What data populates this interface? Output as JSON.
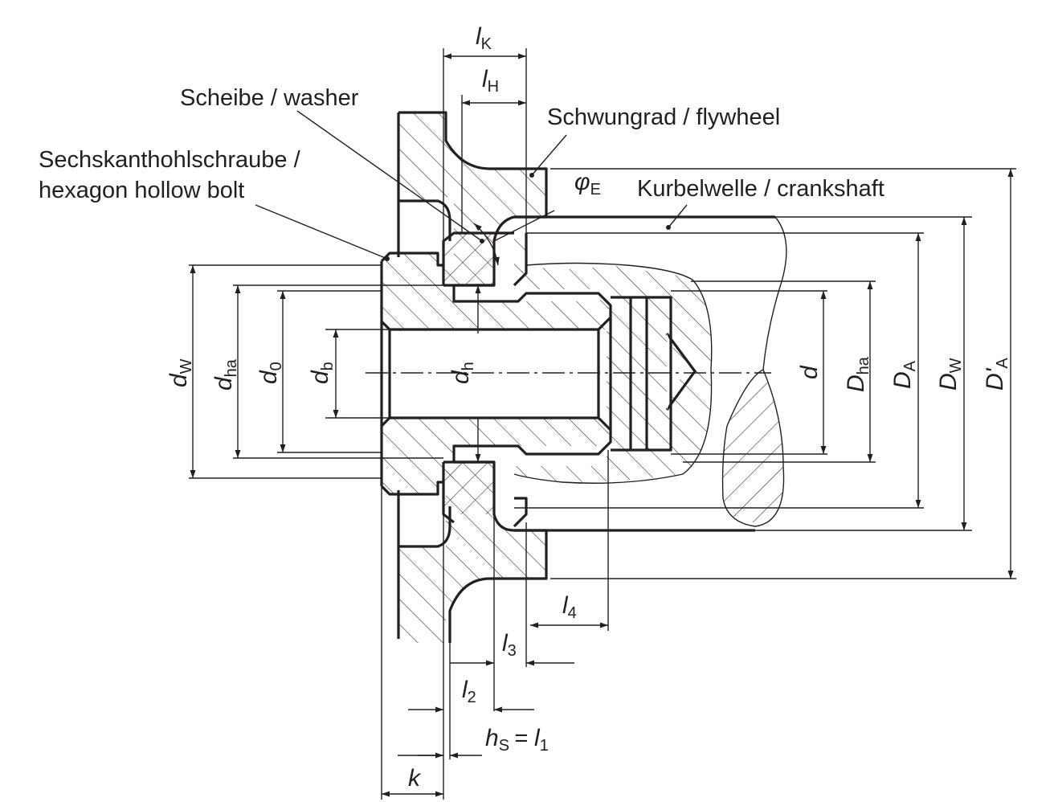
{
  "labels": {
    "washer": "Scheibe / washer",
    "flywheel": "Schwungrad / flywheel",
    "bolt_line1": "Sechskanthohlschraube /",
    "bolt_line2": "hexagon hollow bolt",
    "crankshaft": "Kurbelwelle / crankshaft"
  },
  "symbols": {
    "lK": {
      "main": "l",
      "sub": "K"
    },
    "lH": {
      "main": "l",
      "sub": "H"
    },
    "phiE": {
      "main": "φ",
      "sub": "E"
    },
    "dW": {
      "main": "d",
      "sub": "W"
    },
    "dha": {
      "main": "d",
      "sub": "ha"
    },
    "d0": {
      "main": "d",
      "sub": "0"
    },
    "db": {
      "main": "d",
      "sub": "b"
    },
    "dh": {
      "main": "d",
      "sub": "h"
    },
    "d": {
      "main": "d",
      "sub": ""
    },
    "Dha": {
      "main": "D",
      "sub": "ha"
    },
    "DA": {
      "main": "D",
      "sub": "A"
    },
    "DW": {
      "main": "D",
      "sub": "W"
    },
    "DA2": {
      "main": "D'",
      "sub": "A"
    },
    "l4": {
      "main": "l",
      "sub": "4"
    },
    "l3": {
      "main": "l",
      "sub": "3"
    },
    "l2": {
      "main": "l",
      "sub": "2"
    },
    "hS": {
      "main": "h",
      "sub": "S"
    },
    "hS_eq": "= ",
    "l1": {
      "main": "l",
      "sub": "1"
    },
    "k": {
      "main": "k",
      "sub": ""
    }
  },
  "colors": {
    "line": "#231f20",
    "background": "#ffffff"
  }
}
